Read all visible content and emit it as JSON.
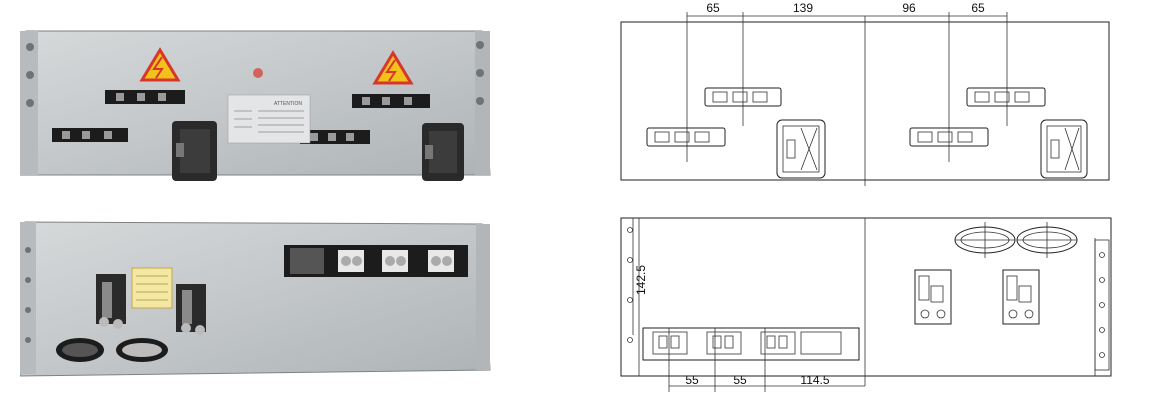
{
  "photos": {
    "top_panel": {
      "warning_symbol": "lightning-warning",
      "label_texts": [
        "ATTENTION"
      ]
    },
    "bottom_panel": {
      "label": "sticker"
    }
  },
  "drawings": {
    "top_view": {
      "dimensions": [
        "65",
        "139",
        "96",
        "65"
      ]
    },
    "bottom_view": {
      "vertical_dimension": "142.5",
      "dimensions": [
        "55",
        "55",
        "114.5"
      ]
    }
  },
  "colors": {
    "panel_metal": "#c9cccd",
    "panel_dark": "#8f9497",
    "terminal_black": "#1c1c1c",
    "warning_yellow": "#f2c21a",
    "warning_red": "#d9362b"
  }
}
